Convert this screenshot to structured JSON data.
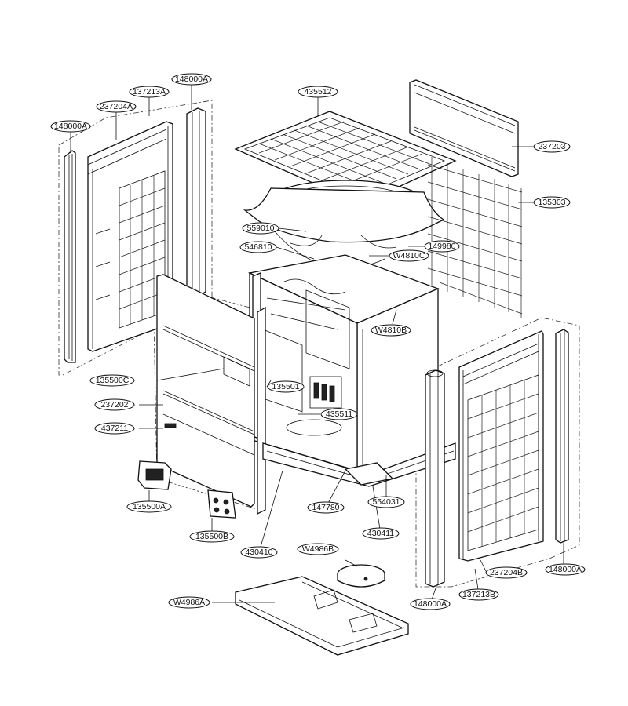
{
  "parts": [
    {
      "id": "p1",
      "label": "148000A"
    },
    {
      "id": "p2",
      "label": "137213A"
    },
    {
      "id": "p3",
      "label": "237204A"
    },
    {
      "id": "p4",
      "label": "148000A"
    },
    {
      "id": "p5",
      "label": "435512"
    },
    {
      "id": "p6",
      "label": "237203"
    },
    {
      "id": "p7",
      "label": "135303"
    },
    {
      "id": "p8",
      "label": "559010"
    },
    {
      "id": "p9",
      "label": "546810"
    },
    {
      "id": "p10",
      "label": "149980"
    },
    {
      "id": "p11",
      "label": "W4810C"
    },
    {
      "id": "p12",
      "label": "W4810B"
    },
    {
      "id": "p13",
      "label": "135500C"
    },
    {
      "id": "p14",
      "label": "135501"
    },
    {
      "id": "p15",
      "label": "237202"
    },
    {
      "id": "p16",
      "label": "435511"
    },
    {
      "id": "p17",
      "label": "437211"
    },
    {
      "id": "p18",
      "label": "554031"
    },
    {
      "id": "p19",
      "label": "147780"
    },
    {
      "id": "p20",
      "label": "135500A"
    },
    {
      "id": "p21",
      "label": "430411"
    },
    {
      "id": "p22",
      "label": "135500B"
    },
    {
      "id": "p23",
      "label": "430410"
    },
    {
      "id": "p24",
      "label": "W4986B"
    },
    {
      "id": "p25",
      "label": "237204B"
    },
    {
      "id": "p26",
      "label": "148000A"
    },
    {
      "id": "p27",
      "label": "137213B"
    },
    {
      "id": "p28",
      "label": "148000A"
    },
    {
      "id": "p29",
      "label": "W4986A"
    }
  ]
}
